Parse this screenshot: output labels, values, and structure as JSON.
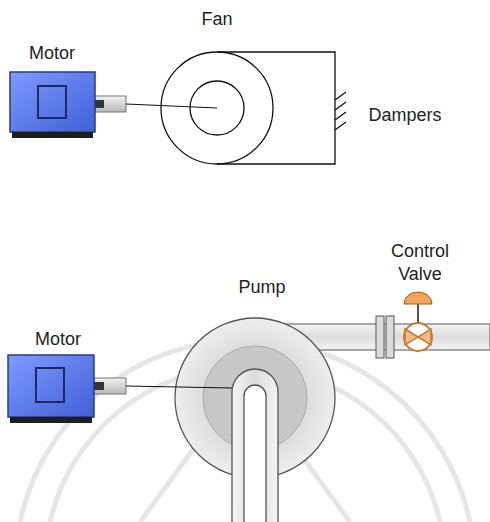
{
  "diagram": {
    "labels": [
      "Fan",
      "Motor",
      "Dampers",
      "Control Valve",
      "Pump",
      "Motor"
    ]
  }
}
